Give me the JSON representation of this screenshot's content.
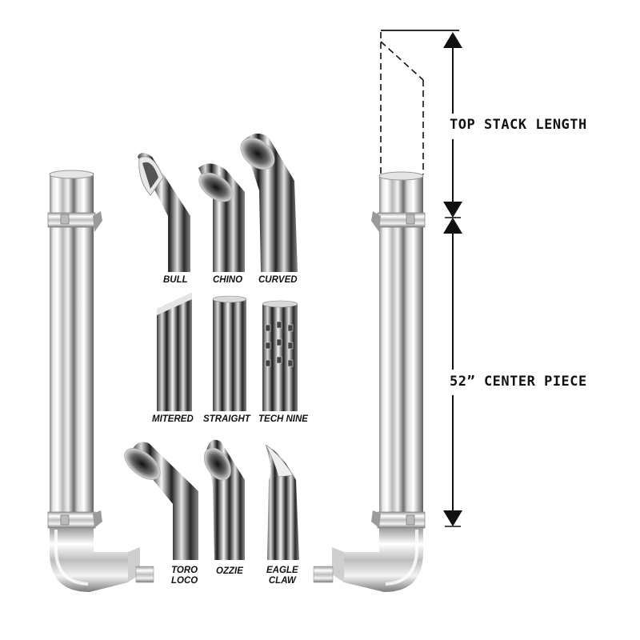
{
  "tips": {
    "bull": "BULL",
    "chino": "CHINO",
    "curved": "CURVED",
    "mitered": "MITERED",
    "straight": "STRAIGHT",
    "tech_nine": "TECH NINE",
    "toro_loco_1": "TORO",
    "toro_loco_2": "LOCO",
    "ozzie": "OZZIE",
    "eagle_claw_1": "EAGLE",
    "eagle_claw_2": "CLAW"
  },
  "dimensions": {
    "top_stack_length": "TOP STACK LENGTH",
    "center_piece": "52” CENTER PIECE"
  }
}
